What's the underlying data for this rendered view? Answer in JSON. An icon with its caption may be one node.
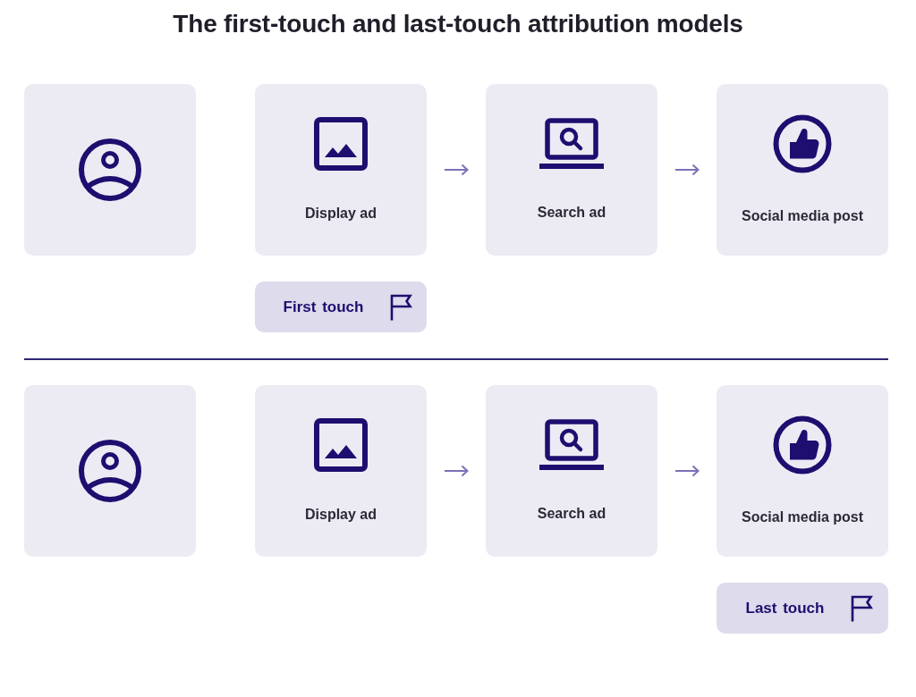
{
  "diagram": {
    "title": "The first-touch and last-touch attribution models",
    "nodes": [
      {
        "text": [],
        "shape": "box"
      },
      {
        "text": [
          "Display ad"
        ]
      },
      {
        "text": [
          "Search ad"
        ]
      },
      {
        "text": [
          "Social media post"
        ]
      },
      {
        "text": [
          "First touch"
        ]
      },
      {
        "text": [],
        "shape": "box"
      },
      {
        "text": [
          "Display ad"
        ]
      },
      {
        "text": [
          "Search ad"
        ]
      },
      {
        "text": [
          "Social media post"
        ]
      },
      {
        "text": [
          "Last touch"
        ]
      }
    ],
    "edges": [
      {
        "from": 1,
        "to": 2,
        "arrow": "to"
      },
      {
        "from": 2,
        "to": 3,
        "arrow": "to"
      },
      {
        "from": 6,
        "to": 7,
        "arrow": "to"
      },
      {
        "from": 7,
        "to": 8,
        "arrow": "to"
      }
    ]
  }
}
